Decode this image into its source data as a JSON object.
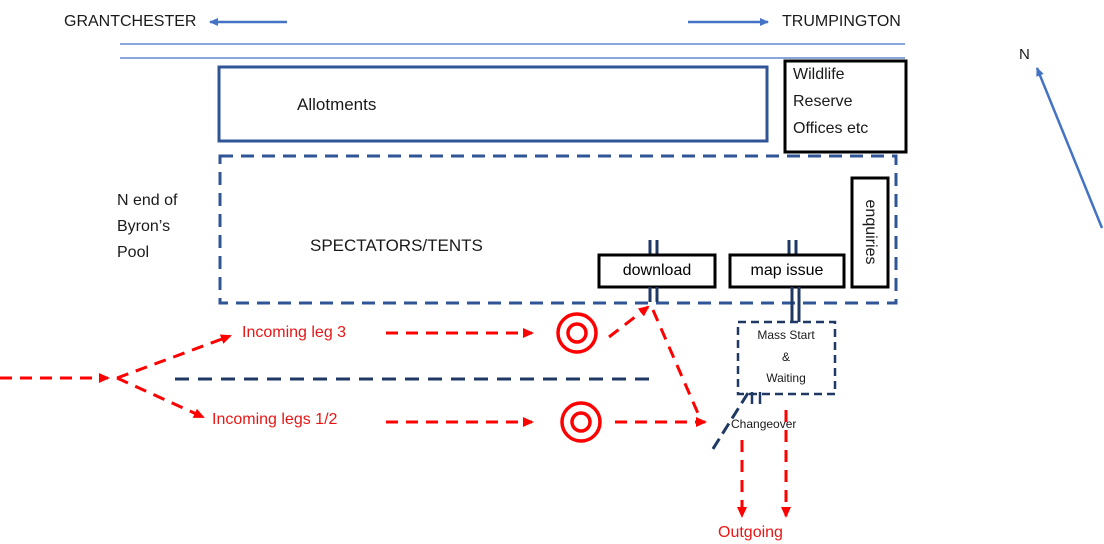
{
  "directions": {
    "west": "GRANTCHESTER",
    "east": "TRUMPINGTON"
  },
  "compass": {
    "label": "N"
  },
  "areas": {
    "allotments": "Allotments",
    "wildlife_lines": [
      "Wildlife",
      "Reserve",
      "Offices etc"
    ],
    "spectators": "SPECTATORS/TENTS",
    "byrons_pool_lines": [
      "N end of",
      "Byron’s",
      "Pool"
    ],
    "enquiries": "enquiries",
    "download": "download",
    "map_issue": "map issue",
    "mass_start_lines": [
      "Mass Start",
      "&",
      "Waiting"
    ],
    "changeover": "Changeover"
  },
  "flows": {
    "incoming_leg3": "Incoming leg 3",
    "incoming_legs12": "Incoming legs 1/2",
    "outgoing": "Outgoing"
  },
  "colors": {
    "road": "#4472c4",
    "dashed_border": "#2f5597",
    "box_border": "#000000",
    "flow": "#ff0000",
    "dark_line": "#1f3864"
  }
}
